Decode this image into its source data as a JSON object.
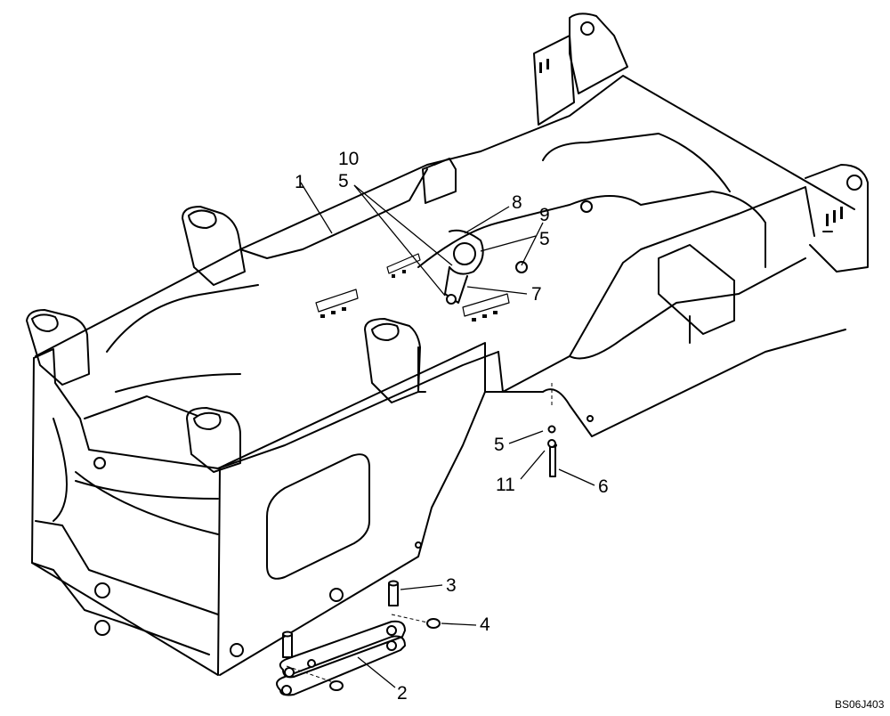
{
  "callouts": {
    "c1": "1",
    "c2": "2",
    "c3": "3",
    "c4": "4",
    "c5a": "5",
    "c5b": "5",
    "c5c": "5",
    "c6": "6",
    "c7": "7",
    "c8": "8",
    "c9": "9",
    "c10": "10",
    "c11": "11"
  },
  "reference_code": "BS06J403"
}
